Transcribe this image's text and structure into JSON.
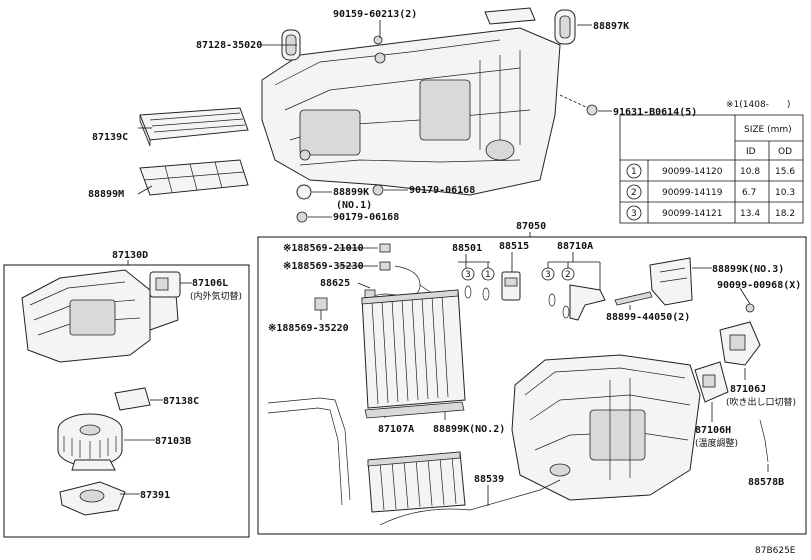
{
  "labels": {
    "p90159": "90159-60213(2)",
    "p88897k": "88897K",
    "p87128": "87128-35020",
    "p91631": "91631-B0614(5)",
    "p87139c": "87139C",
    "p88899m": "88899M",
    "p88899k1": "88899K",
    "p88899k1_sub": "(NO.1)",
    "p90179a": "90179-06168",
    "p90179b": "90179-06168",
    "p87130d": "87130D",
    "p87050": "87050",
    "p87106l": "87106L",
    "p87106l_sub": "(内外気切替)",
    "p87138c": "87138C",
    "p87103b": "87103B",
    "p87391": "87391",
    "p188569_21010": "※188569-21010",
    "p188569_35230": "※188569-35230",
    "p88625": "88625",
    "p188569_35220": "※188569-35220",
    "p88501": "88501",
    "p88515": "88515",
    "p88710a": "88710A",
    "p88899k3": "88899K(NO.3)",
    "p90099": "90099-00968(X)",
    "p88899_44050": "88899-44050(2)",
    "p87107a": "87107A",
    "p88899k2": "88899K(NO.2)",
    "p88539": "88539",
    "p87106j": "87106J",
    "p87106j_sub": "(吹き出し口切替)",
    "p87106h": "87106H",
    "p87106h_sub": "(温度調整)",
    "p88578b": "88578B",
    "figure_code": "87B625E"
  },
  "callouts": {
    "c88501_a": "3",
    "c88501_b": "1",
    "c88710_a": "3",
    "c88710_b": "2"
  },
  "note": "※1(1408-　　)",
  "table": {
    "size_header": "SIZE (mm)",
    "col_id": "ID",
    "col_od": "OD",
    "rows": [
      {
        "num": "1",
        "part": "90099-14120",
        "id": "10.8",
        "od": "15.6"
      },
      {
        "num": "2",
        "part": "90099-14119",
        "id": "6.7",
        "od": "10.3"
      },
      {
        "num": "3",
        "part": "90099-14121",
        "id": "13.4",
        "od": "18.2"
      }
    ]
  }
}
